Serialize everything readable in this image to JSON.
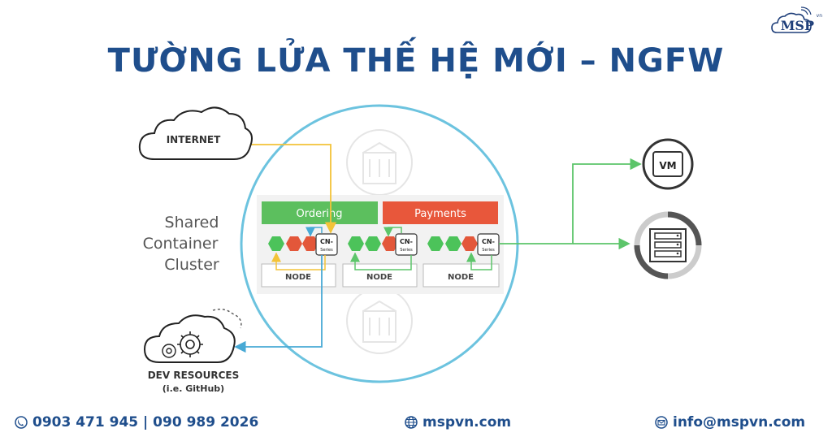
{
  "title": "TƯỜNG LỬA THẾ HỆ MỚI – NGFW",
  "logo": {
    "text": "MSP",
    "sup": "vn"
  },
  "diagram": {
    "internet": "INTERNET",
    "cluster_label": [
      "Shared",
      "Container",
      "Cluster"
    ],
    "ordering": "Ordering",
    "payments": "Payments",
    "cn_label": "CN-",
    "cn_sub": "Series",
    "node": "NODE",
    "vm": "VM",
    "dev_resources": "DEV RESOURCES",
    "dev_sub": "(i.e. GitHub)"
  },
  "footer": {
    "phone": "0903 471 945  | 090 989 2026",
    "website": "mspvn.com",
    "email": "info@mspvn.com"
  },
  "colors": {
    "title": "#1f4e8c",
    "ordering": "#5cbf5e",
    "payments": "#e8573b",
    "green_hex": "#4cc35a",
    "red_hex": "#e3573a",
    "circle": "#6cc3df",
    "yellow_line": "#f3c338",
    "blue_line": "#48a9d5",
    "green_line": "#5cc56a"
  }
}
